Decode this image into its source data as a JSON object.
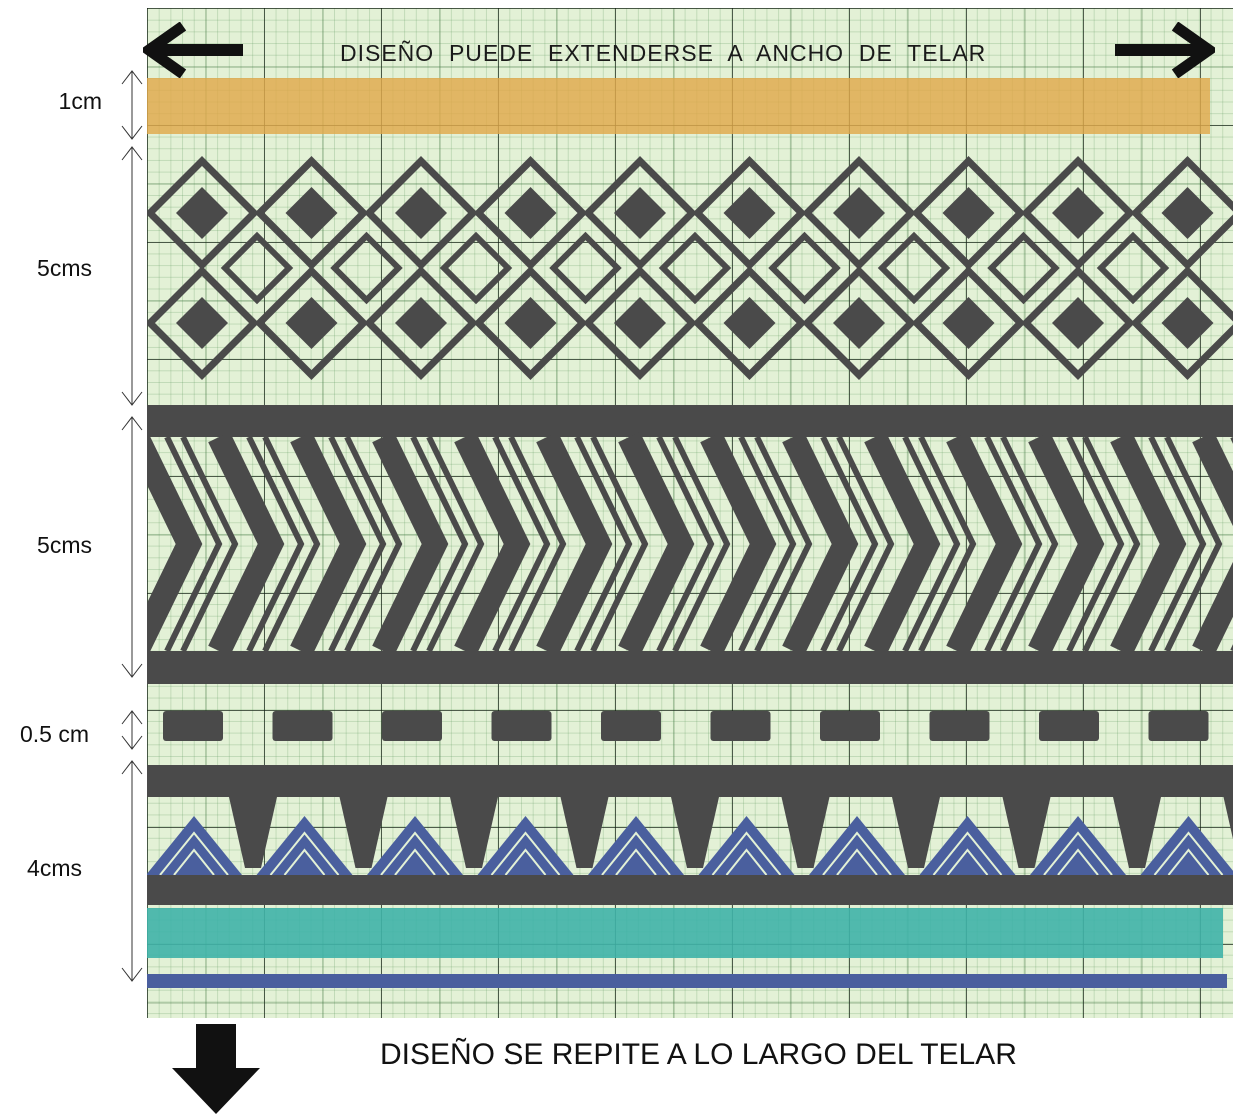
{
  "diagram": {
    "top_caption": "DISEÑO  PUEDE  EXTENDERSE  A  ANCHO  DE  TELAR",
    "bottom_caption": "DISEÑO SE REPITE A LO LARGO DEL TELAR",
    "dimensions": [
      {
        "label": "1cm"
      },
      {
        "label": "5cms"
      },
      {
        "label": "5cms"
      },
      {
        "label": "0.5 cm"
      },
      {
        "label": "4cms"
      }
    ],
    "colors": {
      "paper": "#e3f1d6",
      "ink": "#4a4a4a",
      "ochre": "#e0a84a",
      "blue": "#4a5f9e",
      "teal": "#3fb3a8"
    },
    "icons": [
      "arrow-left-icon",
      "arrow-right-icon",
      "arrow-down-icon"
    ]
  }
}
